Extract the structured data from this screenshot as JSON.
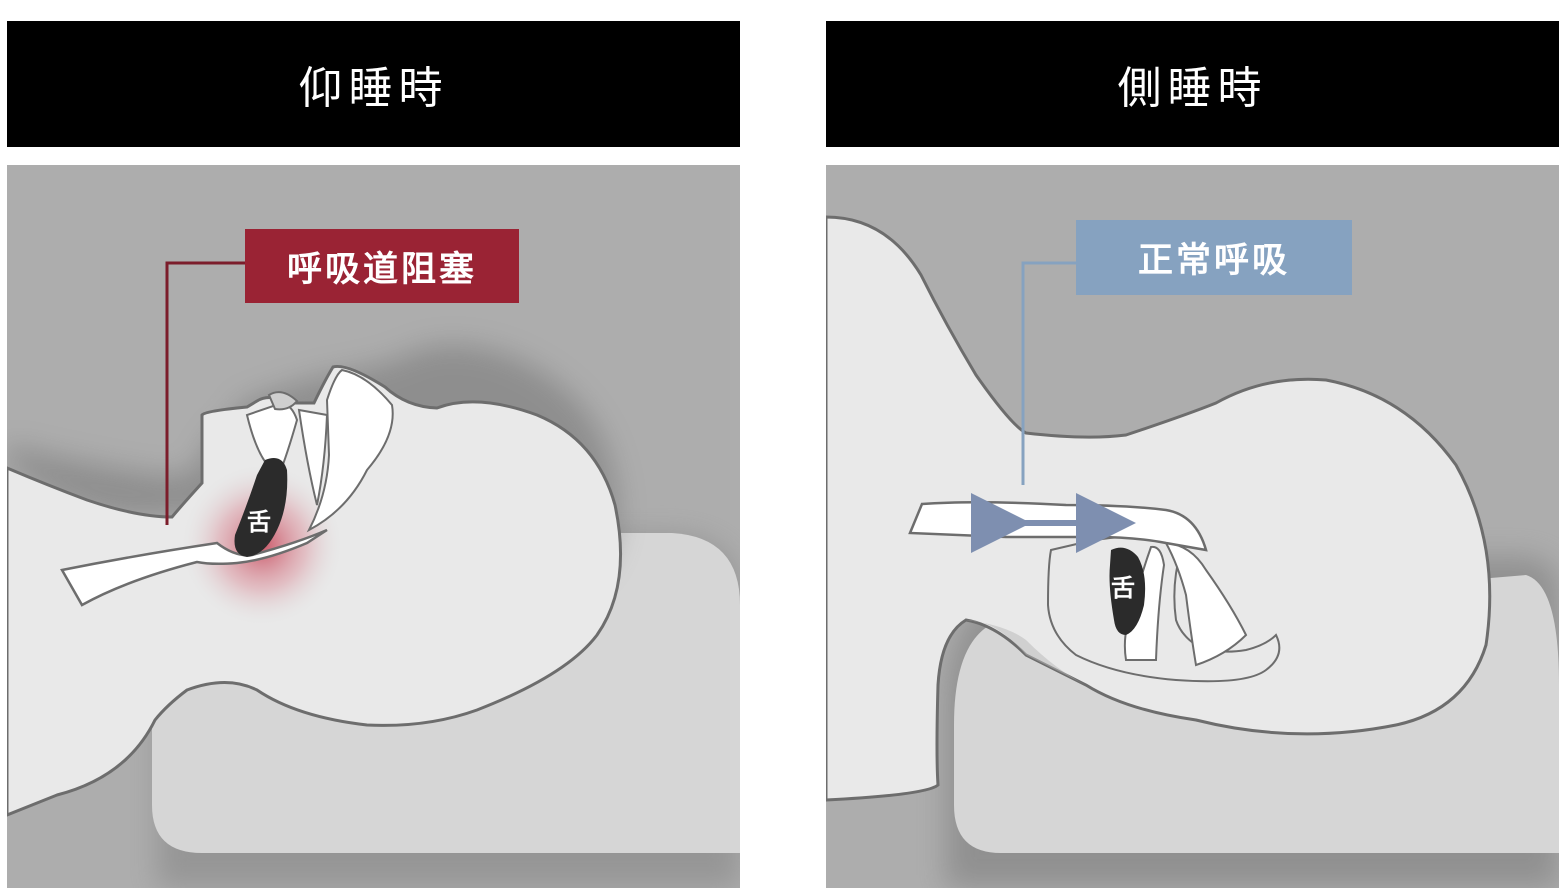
{
  "panels": {
    "left": {
      "title": "仰睡時",
      "callout": "呼吸道阻塞",
      "callout_color": "#9a2334",
      "tongue_label": "舌"
    },
    "right": {
      "title": "側睡時",
      "callout": "正常呼吸",
      "callout_color": "#86a2c0",
      "tongue_label": "舌"
    }
  }
}
